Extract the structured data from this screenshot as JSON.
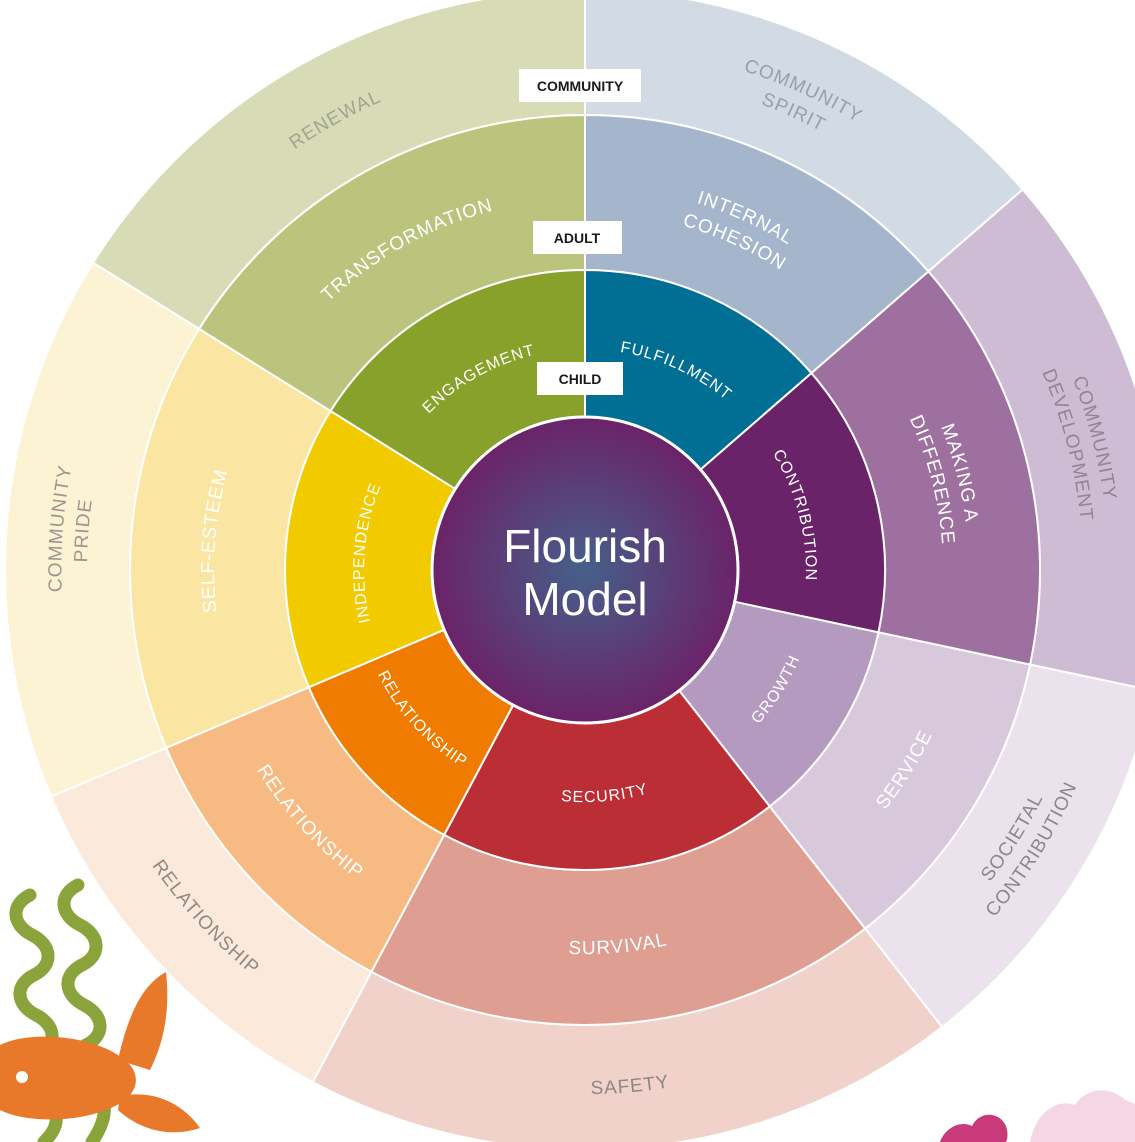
{
  "center": {
    "line1": "Flourish",
    "line2": "Model"
  },
  "levels": {
    "community": "COMMUNITY",
    "adult": "ADULT",
    "child": "CHILD"
  },
  "rings": {
    "child": [
      {
        "label": "FULFILLMENT",
        "color": "#006f93",
        "text_color": "#ffffff"
      },
      {
        "label": "CONTRIBUTION",
        "color": "#6a2268",
        "text_color": "#ffffff"
      },
      {
        "label": "GROWTH",
        "color": "#b49abf",
        "text_color": "#ffffff"
      },
      {
        "label": "SECURITY",
        "color": "#bc2e35",
        "text_color": "#ffffff"
      },
      {
        "label": "RELATIONSHIP",
        "color": "#ef7b00",
        "text_color": "#ffffff"
      },
      {
        "label": "INDEPENDENCE",
        "color": "#f1ca00",
        "text_color": "#ffffff"
      },
      {
        "label": "ENGAGEMENT",
        "color": "#87a12a",
        "text_color": "#ffffff"
      }
    ],
    "adult": [
      {
        "label": "INTERNAL COHESION",
        "color": "#a5b5cb",
        "text_color": "#ffffff"
      },
      {
        "label": "MAKING A DIFFERENCE",
        "color": "#9d709f",
        "text_color": "#ffffff"
      },
      {
        "label": "SERVICE",
        "color": "#d8c8dc",
        "text_color": "#ffffff"
      },
      {
        "label": "SURVIVAL",
        "color": "#de9e92",
        "text_color": "#ffffff"
      },
      {
        "label": "RELATIONSHIP",
        "color": "#f6ba82",
        "text_color": "#ffffff"
      },
      {
        "label": "SELF-ESTEEM",
        "color": "#fae5a3",
        "text_color": "#ffffff"
      },
      {
        "label": "TRANSFORMATION",
        "color": "#bbc47d",
        "text_color": "#ffffff"
      }
    ],
    "community": [
      {
        "label": "COMMUNITY SPIRIT",
        "color": "#d2dae4",
        "text_color": "#9aa0aa"
      },
      {
        "label": "COMMUNITY DEVELOPMENT",
        "color": "#cebbd4",
        "text_color": "#8e8794"
      },
      {
        "label": "SOCIETAL CONTRIBUTION",
        "color": "#ebe2ed",
        "text_color": "#8d8690"
      },
      {
        "label": "SAFETY",
        "color": "#f0d2cb",
        "text_color": "#8e8784"
      },
      {
        "label": "RELATIONSHIP",
        "color": "#fbeadb",
        "text_color": "#8e8a85"
      },
      {
        "label": "COMMUNITY PRIDE",
        "color": "#fcf2d4",
        "text_color": "#9b978c"
      },
      {
        "label": "RENEWAL",
        "color": "#d8dcb6",
        "text_color": "#a1a393"
      }
    ]
  },
  "center_gradient": {
    "inner": "#45608a",
    "outer": "#6b2368"
  },
  "decorations": {
    "seaweed_color": "#8aa33a",
    "fish_color": "#e8782a",
    "flower_color": "#c83a7a",
    "flower_light_color": "#f4d6e4"
  }
}
